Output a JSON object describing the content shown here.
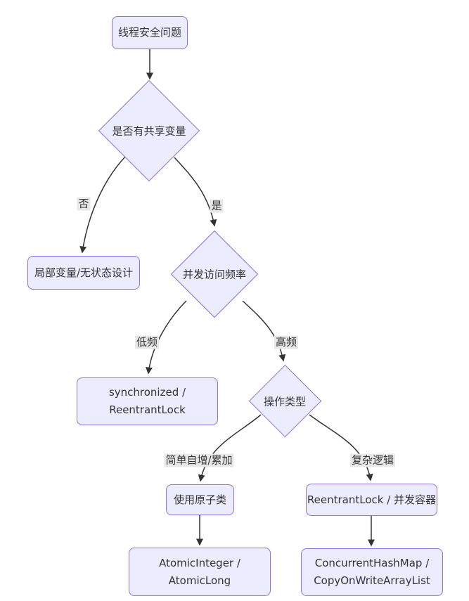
{
  "diagram": {
    "colors": {
      "background": "#ffffff",
      "node_fill": "#ECECFF",
      "node_border": "#9370DB",
      "edge_color": "#333333",
      "label_bg": "#e8e8e8",
      "text_color": "#333333"
    },
    "nodes": {
      "start": {
        "label": "线程安全问题"
      },
      "decision_shared": {
        "label": "是否有共享变量"
      },
      "stateless": {
        "label": "局部变量/无状态设计"
      },
      "decision_frequency": {
        "label": "并发访问频率"
      },
      "sync_lock": {
        "line1": "synchronized /",
        "line2": "ReentrantLock"
      },
      "decision_optype": {
        "label": "操作类型"
      },
      "atomic": {
        "label": "使用原子类"
      },
      "lock_container": {
        "label": "ReentrantLock / 并发容器"
      },
      "atomic_types": {
        "line1": "AtomicInteger /",
        "line2": "AtomicLong"
      },
      "concurrent_types": {
        "line1": "ConcurrentHashMap /",
        "line2": "CopyOnWriteArrayList"
      }
    },
    "edge_labels": {
      "no": "否",
      "yes": "是",
      "low_freq": "低频",
      "high_freq": "高频",
      "simple_incr": "简单自增/累加",
      "complex_logic": "复杂逻辑"
    }
  }
}
